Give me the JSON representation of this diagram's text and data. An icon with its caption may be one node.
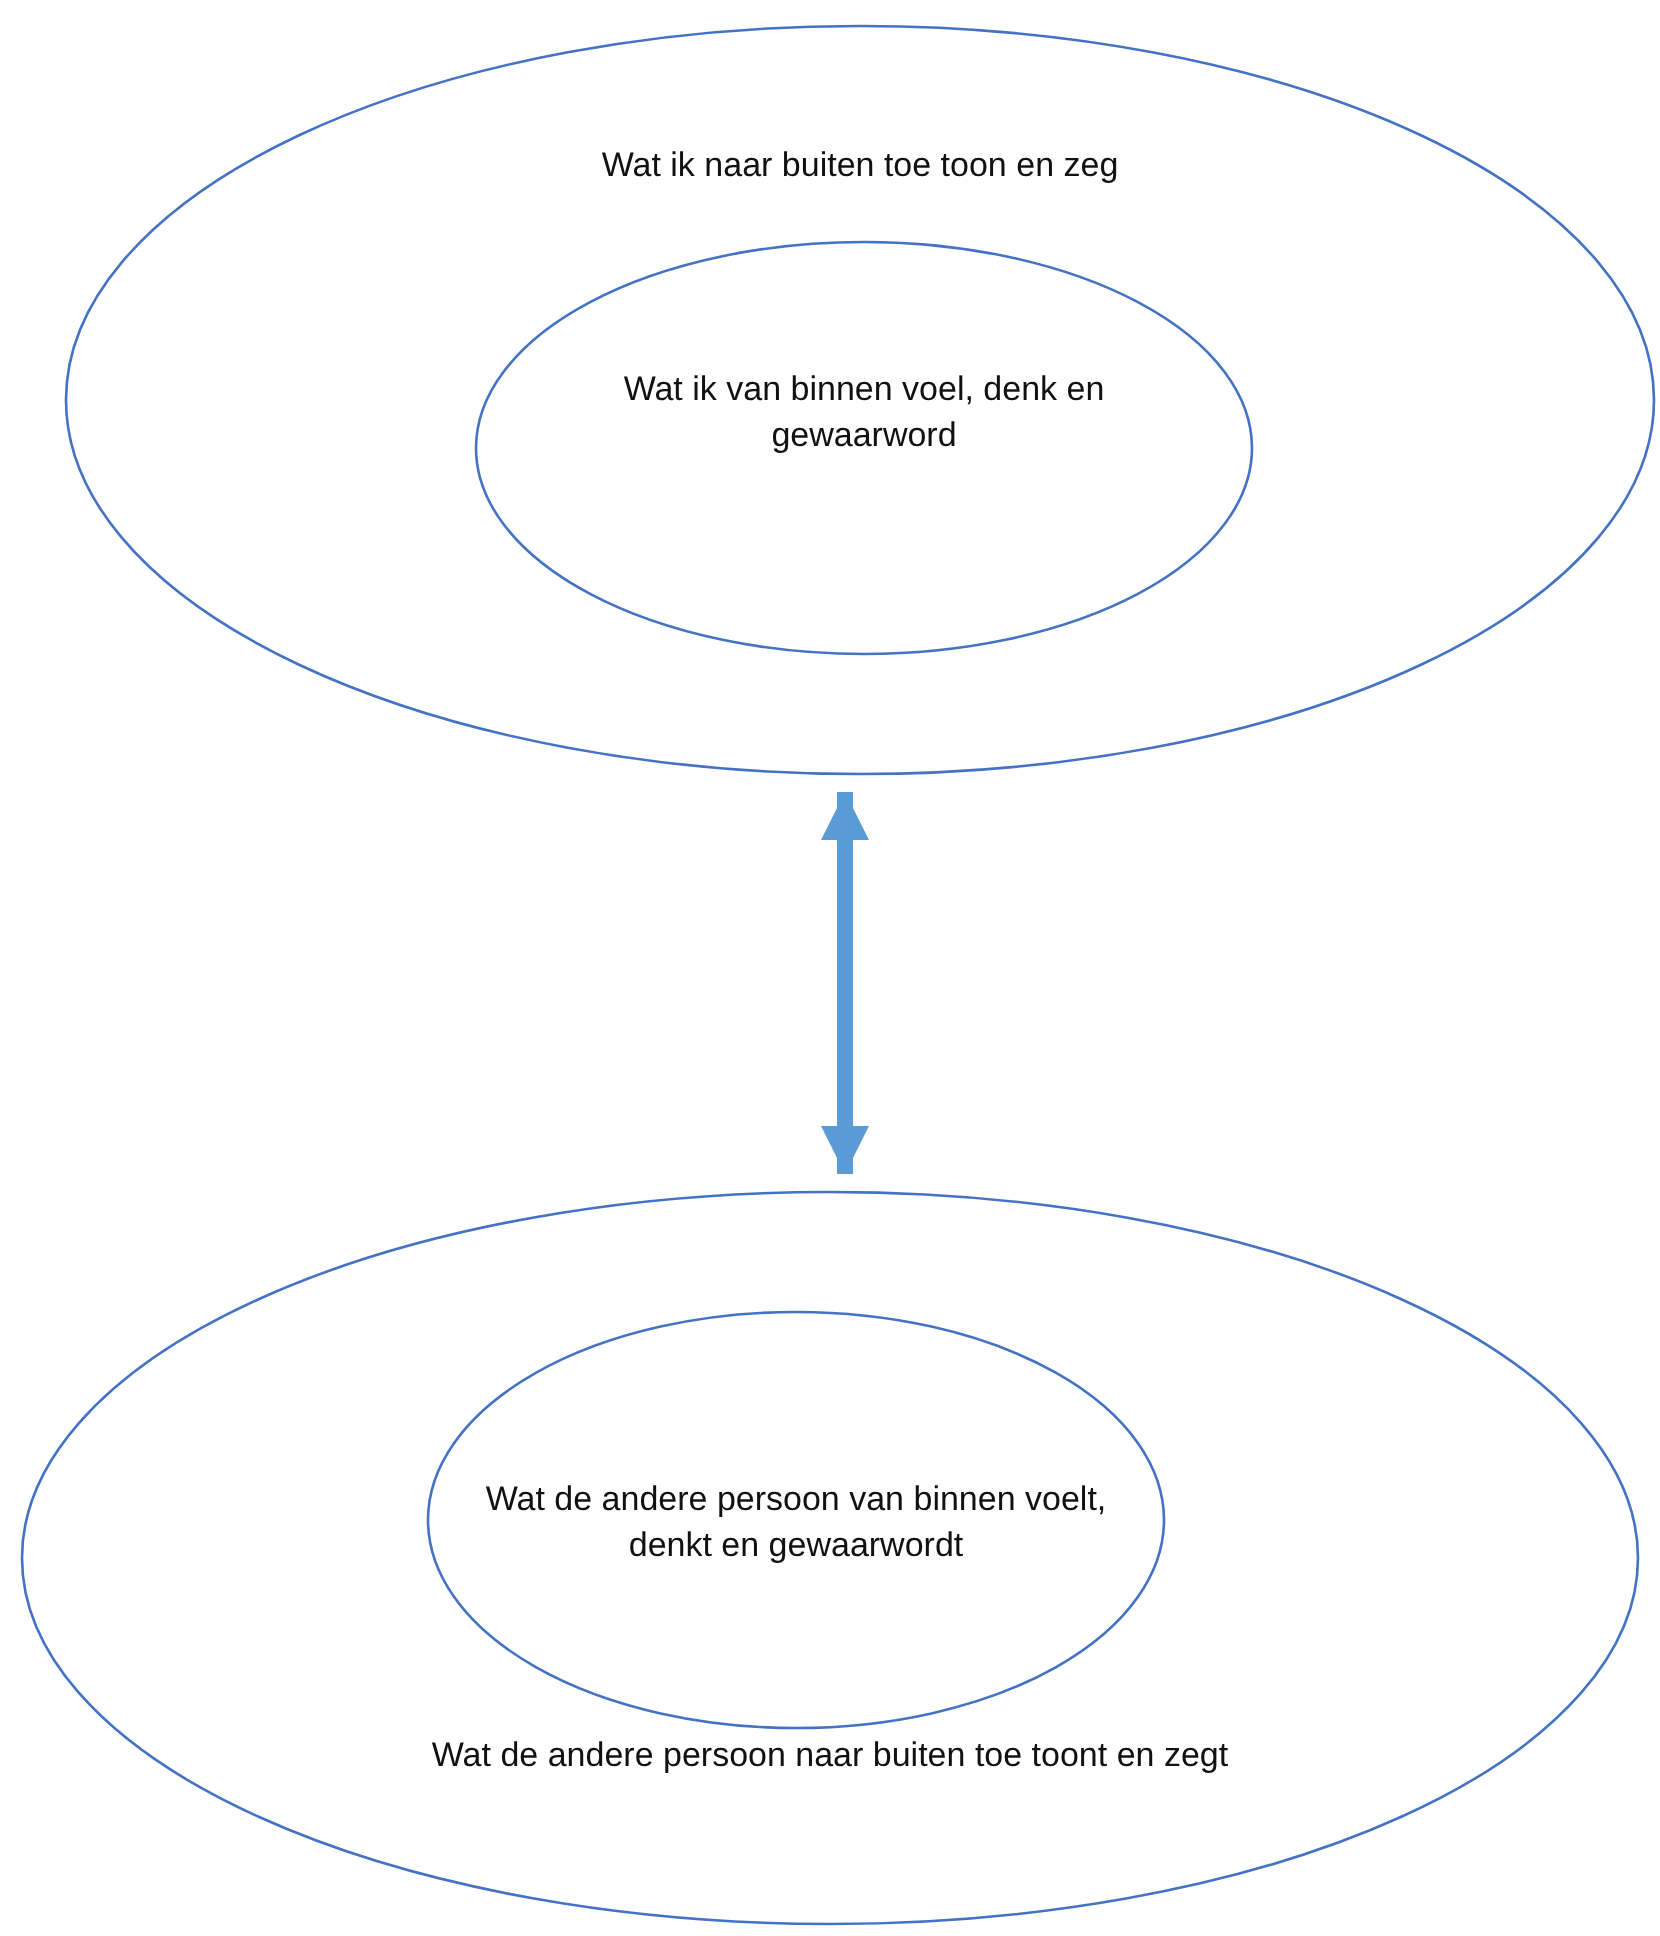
{
  "diagram": {
    "nodes": [
      {
        "text": [
          "Wat ik naar buiten toe toon en zeg"
        ]
      },
      {
        "text": [
          "Wat ik van binnen voel, denk en gewaarword"
        ],
        "in": 0
      },
      {
        "text": [
          "Wat de andere persoon naar buiten toe toont en zegt"
        ]
      },
      {
        "text": [
          "Wat de andere persoon van binnen voelt, denkt en gewaarwordt"
        ],
        "in": 2
      }
    ],
    "edges": [
      {
        "from": 0,
        "to": 2,
        "arrow": "both",
        "color": "#5b9bd5"
      }
    ]
  }
}
